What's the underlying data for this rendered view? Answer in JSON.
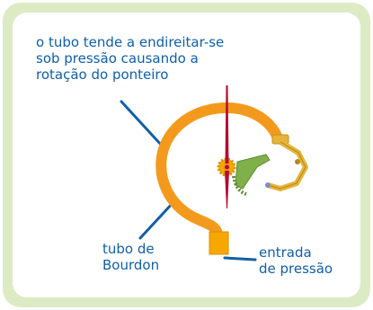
{
  "caption_lines": [
    "o tubo tende a endireitar-se",
    "sob pressão causando a",
    "rotação do ponteiro"
  ],
  "tube_label_lines": [
    "tubo de",
    "Bourdon"
  ],
  "inlet_label_lines": [
    "entrada",
    "de pressão"
  ],
  "colors": {
    "frame": "#dcebc4",
    "text": "#0f5fa8",
    "tube": "#f39a1e",
    "pointer": "#b30c2e",
    "gear": "#7fb04a",
    "inlet": "#f6a800",
    "linkage": "#e5b53a"
  }
}
